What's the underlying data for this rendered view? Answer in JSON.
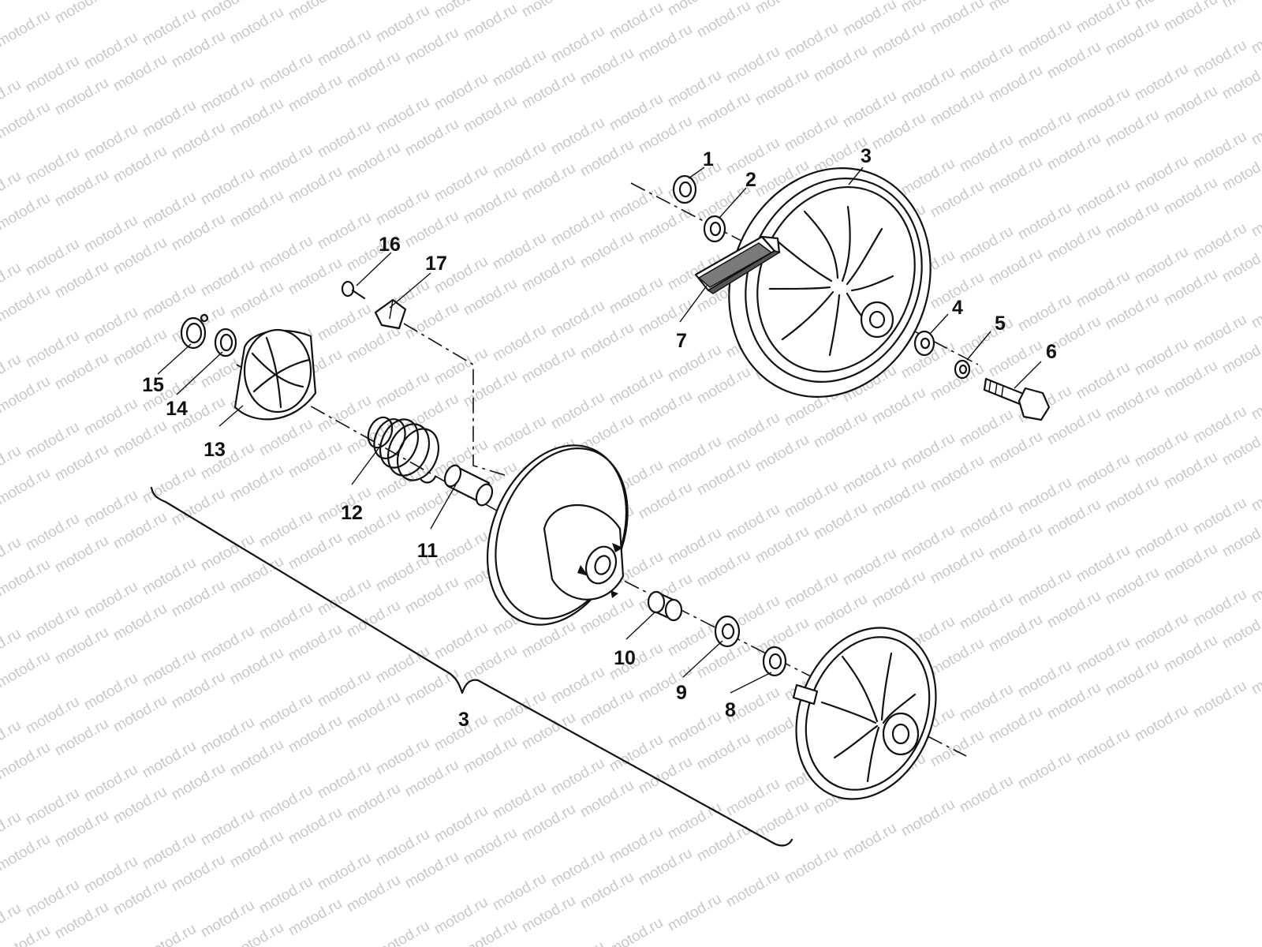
{
  "watermark": {
    "text": "motod.ru"
  },
  "callouts": {
    "c1": "1",
    "c2": "2",
    "c3_top": "3",
    "c4": "4",
    "c5": "5",
    "c6": "6",
    "c7": "7",
    "c8": "8",
    "c9": "9",
    "c10": "10",
    "c11": "11",
    "c12": "12",
    "c13": "13",
    "c14": "14",
    "c15": "15",
    "c16": "16",
    "c17": "17",
    "c3_bracket": "3"
  }
}
